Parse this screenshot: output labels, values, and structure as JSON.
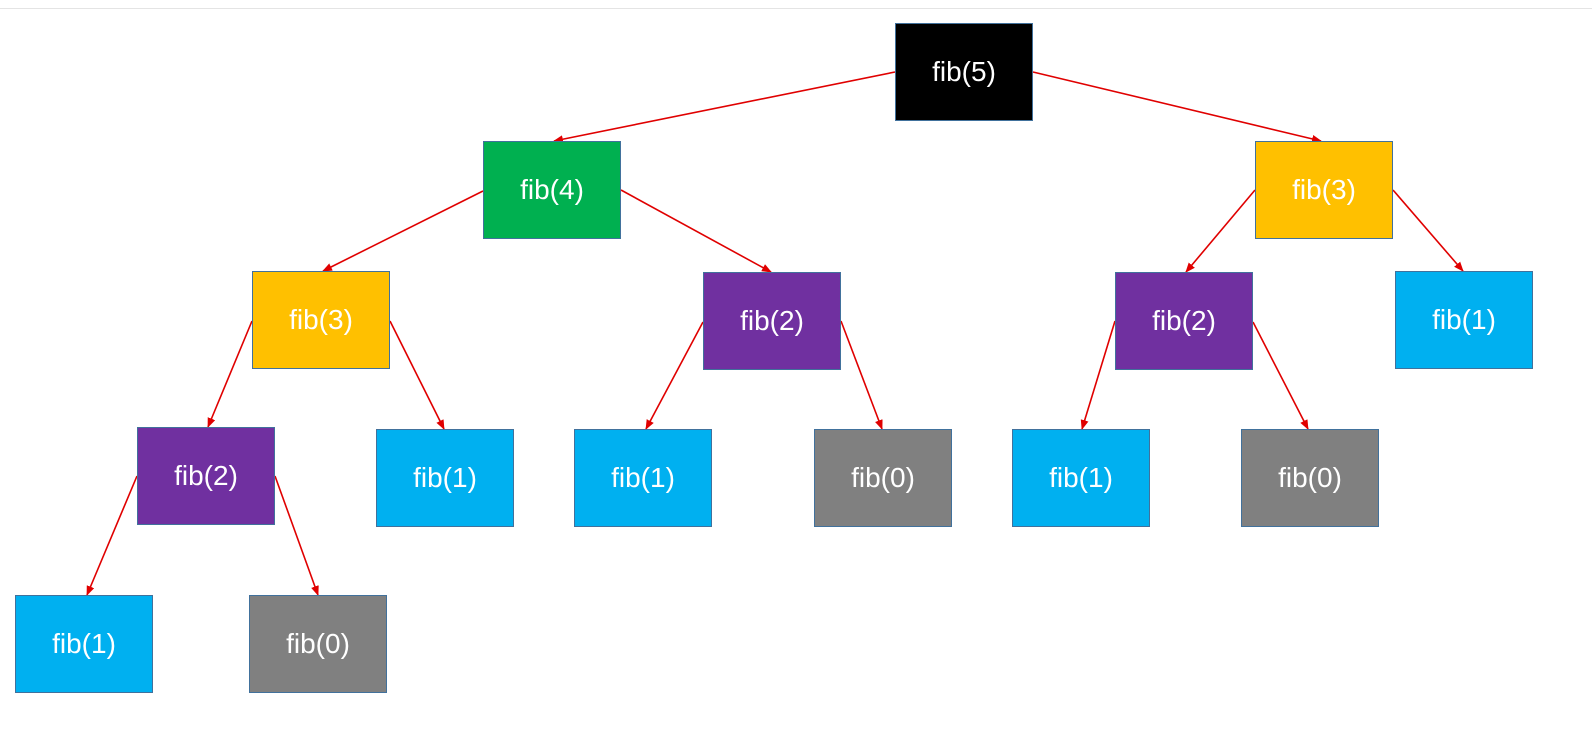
{
  "colors": {
    "black": "#000000",
    "green": "#00b050",
    "gold": "#ffc000",
    "purple": "#7030a0",
    "blue": "#00b0f0",
    "gray": "#808080",
    "edge": "#e00000"
  },
  "tree": {
    "nodes": [
      {
        "id": "n1",
        "label": "fib(5)",
        "color": "black"
      },
      {
        "id": "n2",
        "label": "fib(4)",
        "color": "green"
      },
      {
        "id": "n3",
        "label": "fib(3)",
        "color": "gold"
      },
      {
        "id": "n4",
        "label": "fib(3)",
        "color": "gold"
      },
      {
        "id": "n5",
        "label": "fib(2)",
        "color": "purple"
      },
      {
        "id": "n6",
        "label": "fib(2)",
        "color": "purple"
      },
      {
        "id": "n7",
        "label": "fib(1)",
        "color": "blue"
      },
      {
        "id": "n8",
        "label": "fib(2)",
        "color": "purple"
      },
      {
        "id": "n9",
        "label": "fib(1)",
        "color": "blue"
      },
      {
        "id": "n10",
        "label": "fib(1)",
        "color": "blue"
      },
      {
        "id": "n11",
        "label": "fib(0)",
        "color": "gray"
      },
      {
        "id": "n12",
        "label": "fib(1)",
        "color": "blue"
      },
      {
        "id": "n13",
        "label": "fib(0)",
        "color": "gray"
      },
      {
        "id": "n14",
        "label": "fib(1)",
        "color": "blue"
      },
      {
        "id": "n15",
        "label": "fib(0)",
        "color": "gray"
      }
    ],
    "edges": [
      [
        "n1",
        "n2"
      ],
      [
        "n1",
        "n4"
      ],
      [
        "n2",
        "n3"
      ],
      [
        "n2",
        "n6"
      ],
      [
        "n3",
        "n5"
      ],
      [
        "n3",
        "n9"
      ],
      [
        "n6",
        "n10"
      ],
      [
        "n6",
        "n11"
      ],
      [
        "n4",
        "n8"
      ],
      [
        "n4",
        "n7"
      ],
      [
        "n8",
        "n12"
      ],
      [
        "n8",
        "n13"
      ],
      [
        "n5",
        "n14"
      ],
      [
        "n5",
        "n15"
      ]
    ]
  }
}
